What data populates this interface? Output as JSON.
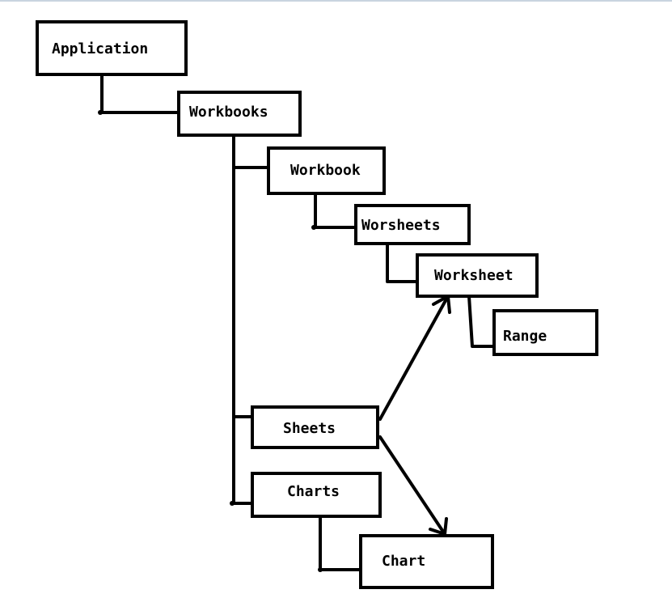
{
  "nodes": {
    "application": "Application",
    "workbooks": "Workbooks",
    "workbook": "Workbook",
    "worsheets": "Worsheets",
    "worksheet": "Worksheet",
    "range": "Range",
    "sheets": "Sheets",
    "charts": "Charts",
    "chart": "Chart"
  },
  "colors": {
    "line": "#000000",
    "background": "#ffffff",
    "top_border": "#c9d4e0"
  }
}
